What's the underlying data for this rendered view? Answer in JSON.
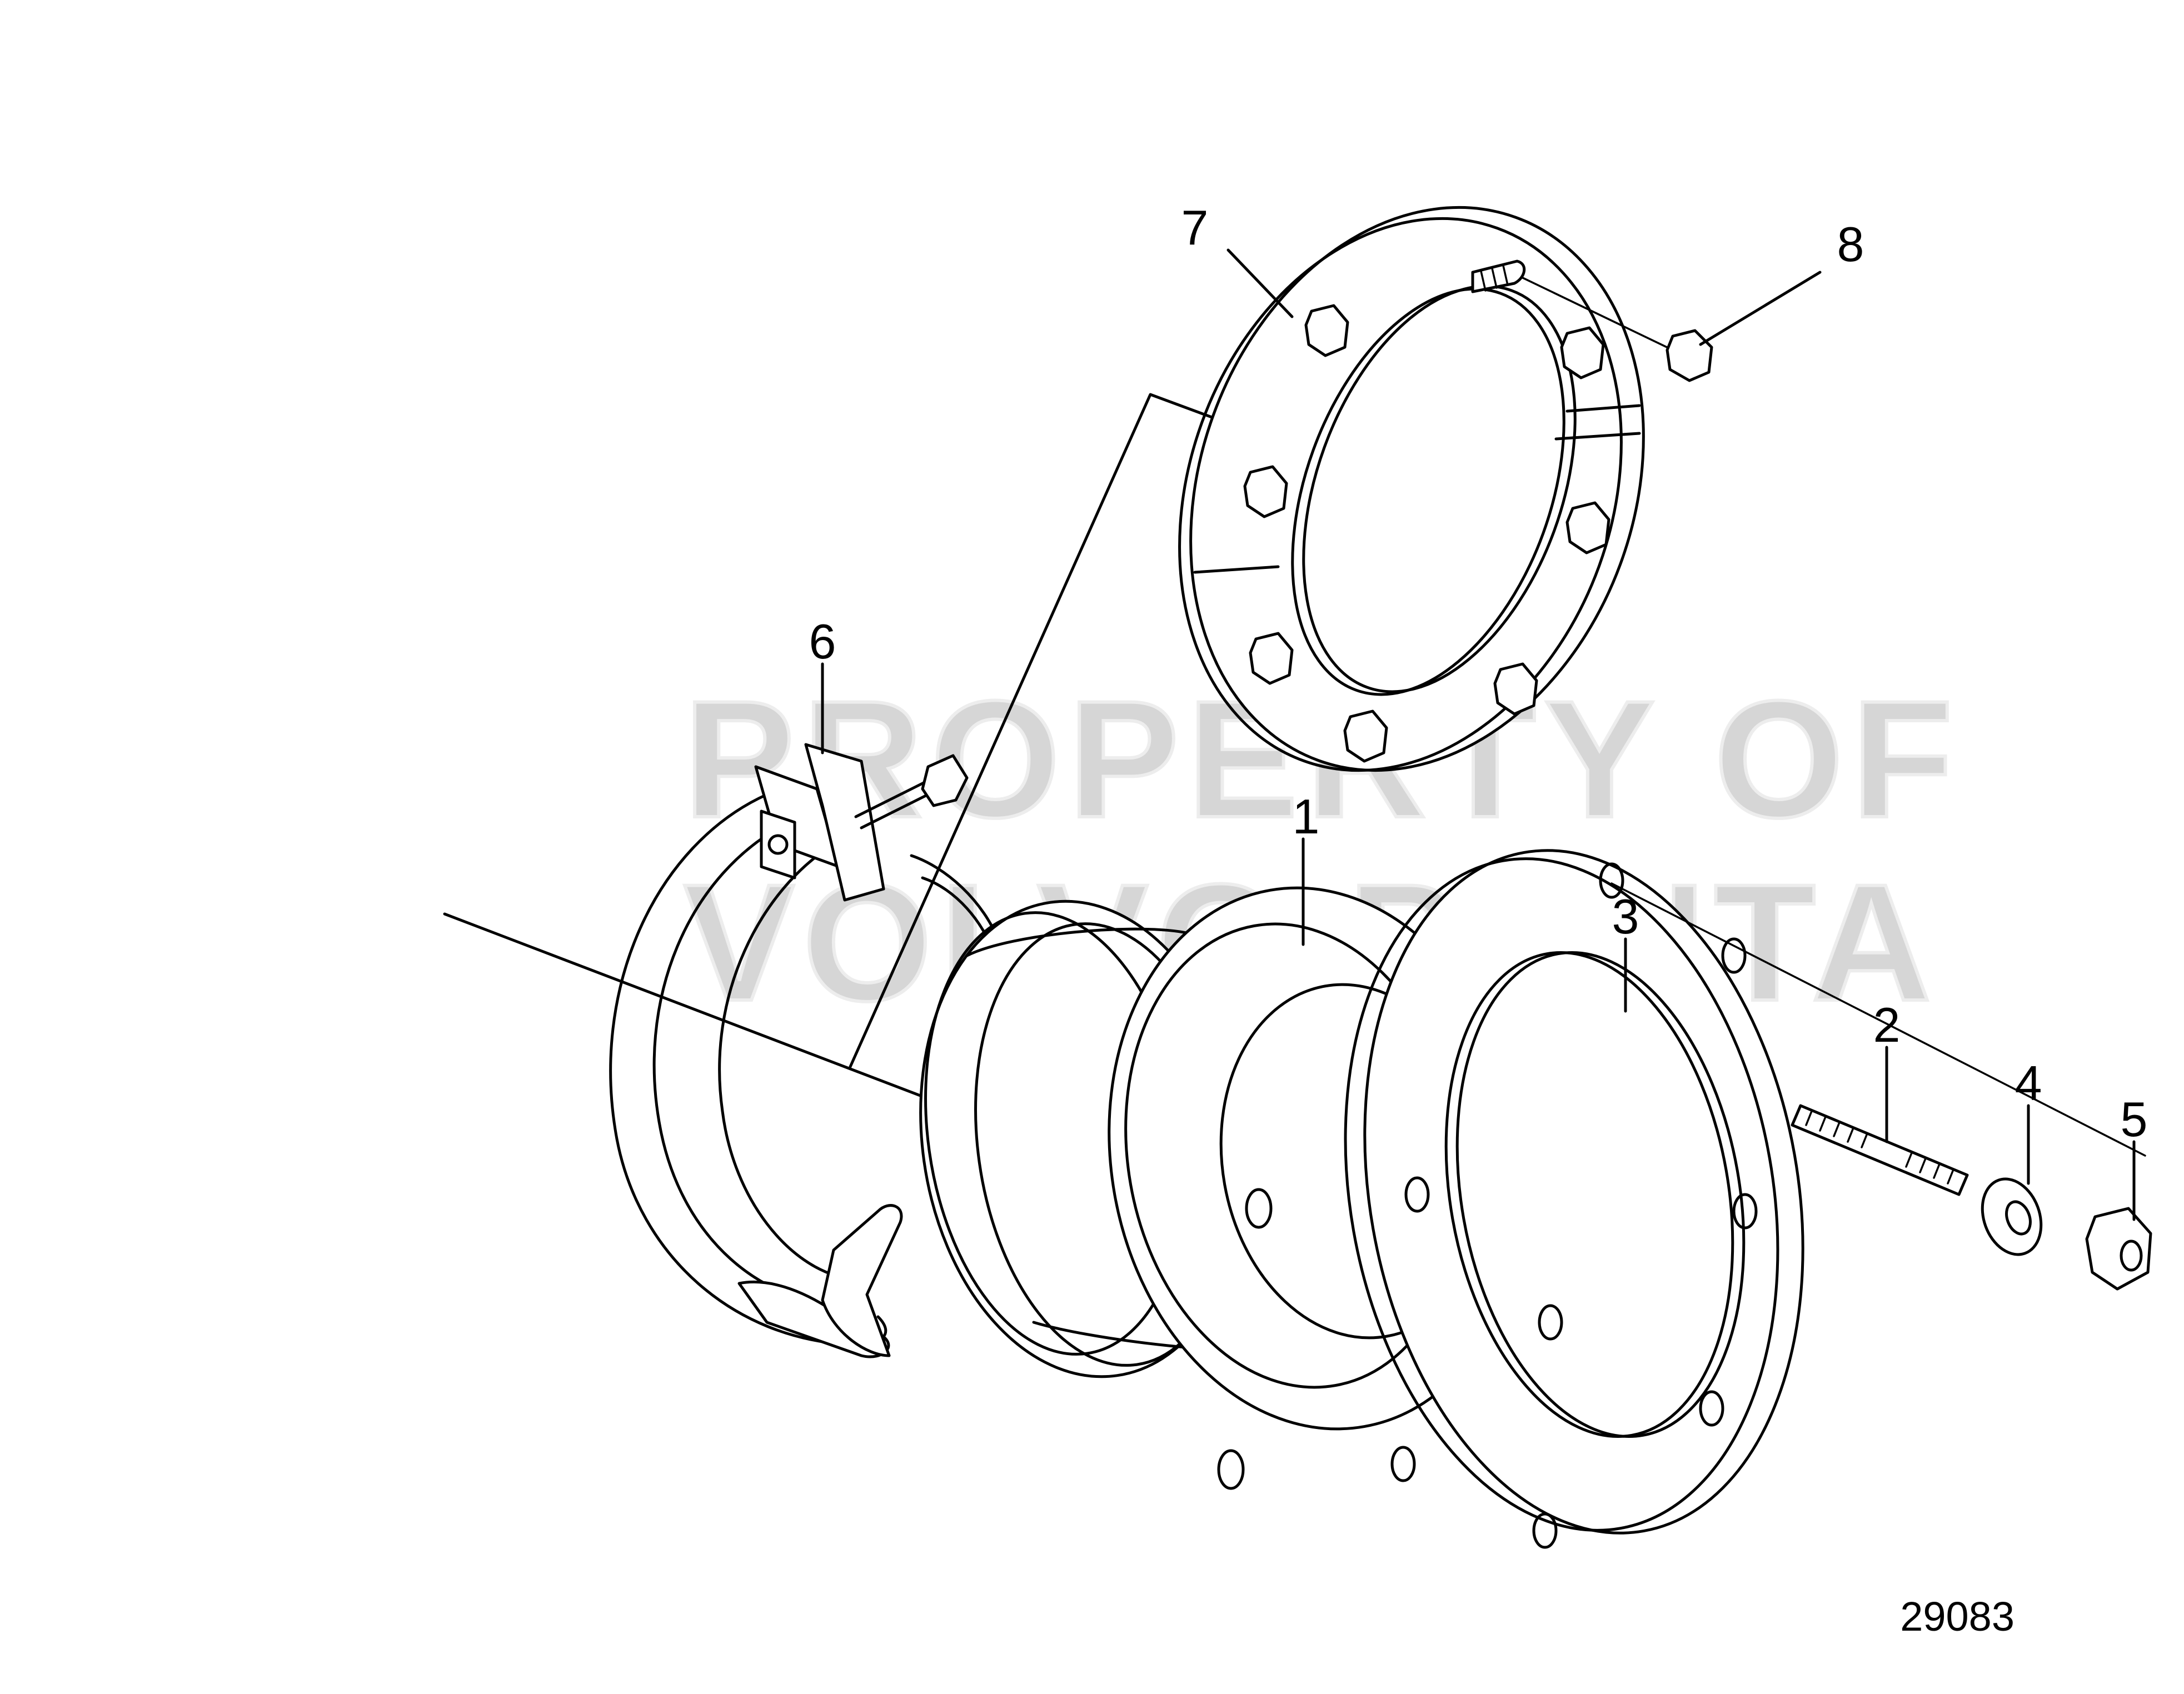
{
  "callouts": [
    {
      "id": "1",
      "label": "1"
    },
    {
      "id": "2",
      "label": "2"
    },
    {
      "id": "3",
      "label": "3"
    },
    {
      "id": "4",
      "label": "4"
    },
    {
      "id": "5",
      "label": "5"
    },
    {
      "id": "6",
      "label": "6"
    },
    {
      "id": "7",
      "label": "7"
    },
    {
      "id": "8",
      "label": "8"
    }
  ],
  "drawing_number": "29083",
  "watermark": [
    "PROPERTY OF",
    "VOLVO PENTA"
  ]
}
